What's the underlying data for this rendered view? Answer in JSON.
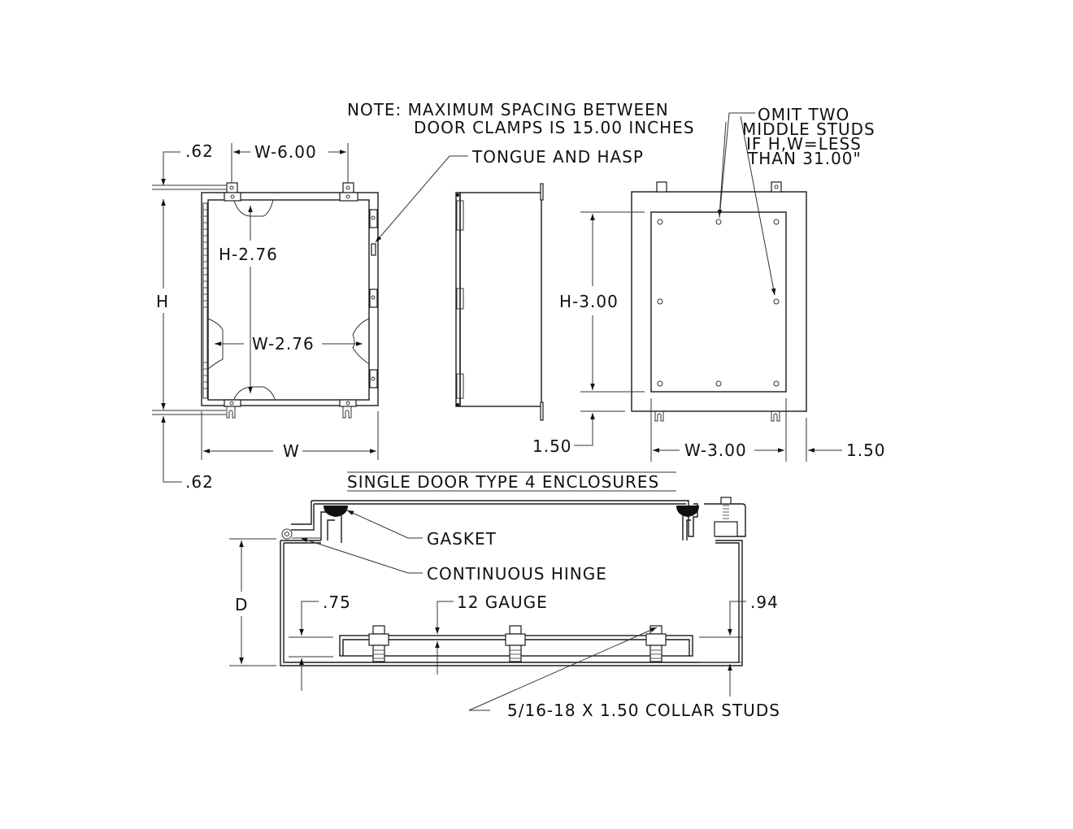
{
  "drawing": {
    "title": "SINGLE DOOR TYPE 4 ENCLOSURES",
    "note_line1": "NOTE: MAXIMUM SPACING BETWEEN",
    "note_line2": "DOOR CLAMPS IS 15.00 INCHES",
    "omit_note": [
      "OMIT TWO",
      "MIDDLE STUDS",
      "IF H,W=LESS",
      "THAN 31.00\""
    ]
  },
  "front_view": {
    "dim_top_offset": ".62",
    "dim_clamp_spacing": "W-6.00",
    "dim_height": "H",
    "dim_inner_height": "H-2.76",
    "dim_inner_width": "W-2.76",
    "dim_width": "W",
    "dim_bottom_offset": ".62",
    "callout_tongue_hasp": "TONGUE AND HASP"
  },
  "rear_view": {
    "dim_panel_height": "H-3.00",
    "dim_panel_width": "W-3.00",
    "dim_bottom_margin": "1.50",
    "dim_side_margin": "1.50"
  },
  "section_view": {
    "dim_depth": "D",
    "callout_gasket": "GASKET",
    "callout_hinge": "CONTINUOUS HINGE",
    "dim_left_standoff": ".75",
    "callout_gauge": "12 GAUGE",
    "dim_right_standoff": ".94",
    "callout_studs": "5/16-18 X 1.50 COLLAR STUDS"
  }
}
